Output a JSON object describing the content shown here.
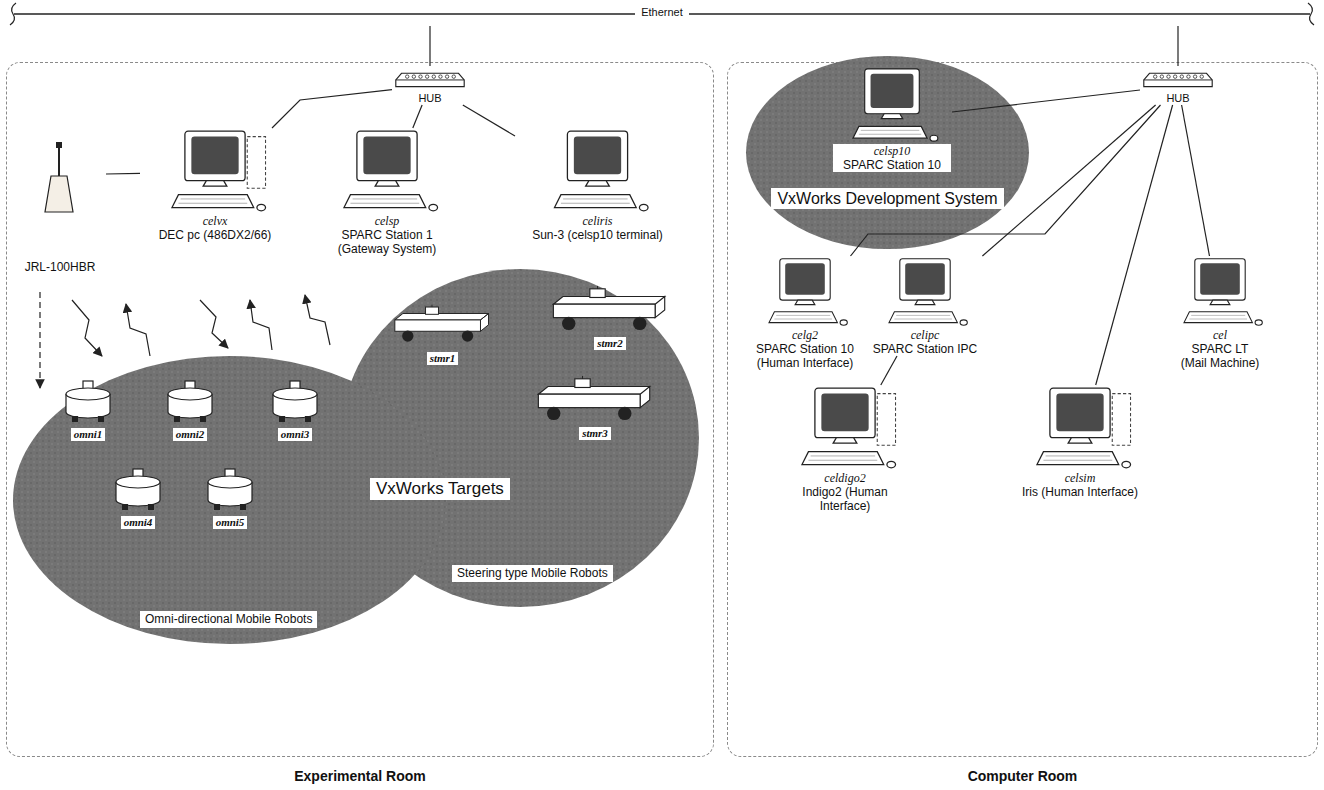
{
  "diagram": {
    "nodes": [
      {
        "text": [
          "Ethernet"
        ]
      },
      {
        "text": [
          "Experimental Room"
        ]
      },
      {
        "text": [
          "HUB"
        ],
        "in": 1
      },
      {
        "text": [
          "JRL-100HBR"
        ],
        "in": 1
      },
      {
        "text": [
          "celvx",
          "DEC pc (486DX2/66)"
        ],
        "in": 1
      },
      {
        "text": [
          "celsp",
          "SPARC Station 1 (Gateway System)"
        ],
        "in": 1
      },
      {
        "text": [
          "celiris",
          "Sun-3 (celsp10 terminal)"
        ],
        "in": 1
      },
      {
        "text": [
          "Steering type Mobile Robots"
        ],
        "in": 1
      },
      {
        "text": [
          "stmr1"
        ],
        "in": 7
      },
      {
        "text": [
          "stmr2"
        ],
        "in": 7
      },
      {
        "text": [
          "stmr3"
        ],
        "in": 7
      },
      {
        "text": [
          "Omni-directional Mobile Robots"
        ],
        "in": 1
      },
      {
        "text": [
          "omni1"
        ],
        "in": 11
      },
      {
        "text": [
          "omni2"
        ],
        "in": 11
      },
      {
        "text": [
          "omni3"
        ],
        "in": 11
      },
      {
        "text": [
          "omni4"
        ],
        "in": 11
      },
      {
        "text": [
          "omni5"
        ],
        "in": 11
      },
      {
        "text": [
          "Computer Room"
        ]
      },
      {
        "text": [
          "HUB"
        ],
        "in": 17
      },
      {
        "text": [
          "VxWorks Development System"
        ],
        "in": 17
      },
      {
        "text": [
          "celsp10",
          "SPARC Station 10"
        ],
        "in": 19
      },
      {
        "text": [
          "celg2",
          "SPARC Station 10 (Human Interface)"
        ],
        "in": 17
      },
      {
        "text": [
          "celipc",
          "SPARC Station IPC"
        ],
        "in": 17
      },
      {
        "text": [
          "cel",
          "SPARC LT (Mail Machine)"
        ],
        "in": 17
      },
      {
        "text": [
          "celdigo2",
          "Indigo2 (Human Interface)"
        ],
        "in": 17
      },
      {
        "text": [
          "celsim",
          "Iris (Human Interface)"
        ],
        "in": 17
      }
    ],
    "edges": [
      {
        "from": 0,
        "to": 2,
        "arrow": "none"
      },
      {
        "from": 2,
        "to": 4,
        "arrow": "none"
      },
      {
        "from": 2,
        "to": 5,
        "arrow": "none"
      },
      {
        "from": 2,
        "to": 6,
        "arrow": "none"
      },
      {
        "from": 3,
        "to": 4,
        "arrow": "none"
      },
      {
        "from": 0,
        "to": 18,
        "arrow": "none"
      },
      {
        "from": 18,
        "to": 20,
        "arrow": "none"
      },
      {
        "from": 18,
        "to": 21,
        "arrow": "none"
      },
      {
        "from": 18,
        "to": 22,
        "arrow": "none"
      },
      {
        "from": 18,
        "to": 23,
        "arrow": "none"
      },
      {
        "from": 18,
        "to": 25,
        "arrow": "none"
      },
      {
        "from": 22,
        "to": 24,
        "arrow": "none"
      }
    ],
    "labels": [
      "VxWorks Targets"
    ]
  }
}
